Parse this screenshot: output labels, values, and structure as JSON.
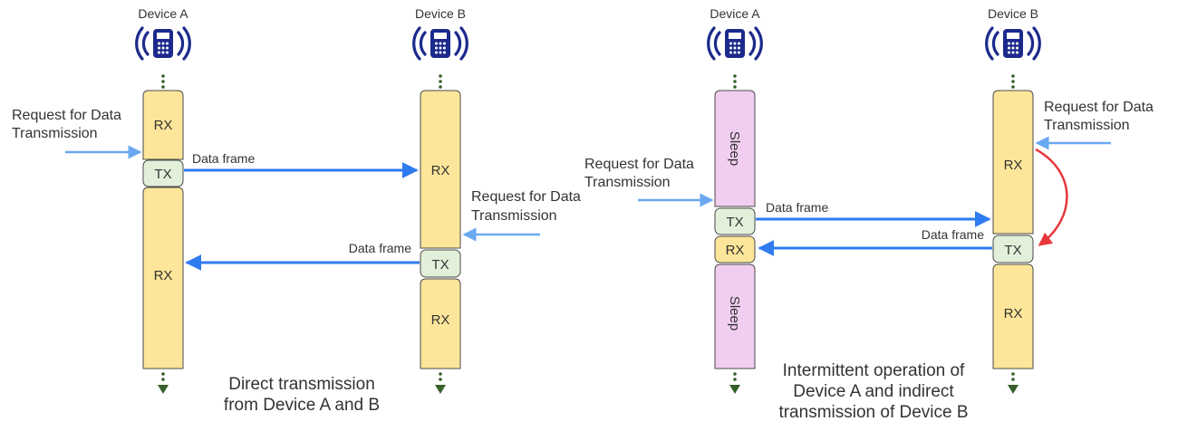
{
  "colors": {
    "rx_fill": "#fde699",
    "tx_fill": "#e2f0d9",
    "sleep_fill": "#f1cdef",
    "block_stroke": "#4a4a4a",
    "arrow_blue": "#2f7bf0",
    "request_arrow": "#6aa8f0",
    "dot_green": "#37602a",
    "icon_navy": "#1c2a8c",
    "red_arrow": "#e8383d",
    "text": "#333333"
  },
  "left_diagram": {
    "device_a_label": "Device A",
    "device_b_label": "Device B",
    "device_a_icon": "wireless-handheld-icon",
    "device_b_icon": "wireless-handheld-icon",
    "device_a_segments": [
      "RX",
      "TX",
      "RX"
    ],
    "device_b_segments": [
      "RX",
      "TX",
      "RX"
    ],
    "request_a_line1": "Request for Data",
    "request_a_line2": "Transmission",
    "request_b_line1": "Request for Data",
    "request_b_line2": "Transmission",
    "frame_a_to_b": "Data frame",
    "frame_b_to_a": "Data frame",
    "caption_line1": "Direct transmission",
    "caption_line2": "from Device A and B"
  },
  "right_diagram": {
    "device_a_label": "Device A",
    "device_b_label": "Device B",
    "device_a_icon": "wireless-handheld-icon",
    "device_b_icon": "wireless-handheld-icon",
    "device_a_segments": [
      "Sleep",
      "TX",
      "RX",
      "Sleep"
    ],
    "device_b_segments": [
      "RX",
      "TX",
      "RX"
    ],
    "request_a_line1": "Request for Data",
    "request_a_line2": "Transmission",
    "request_b_line1": "Request for Data",
    "request_b_line2": "Transmission",
    "frame_a_to_b": "Data frame",
    "frame_b_to_a": "Data frame",
    "caption_line1": "Intermittent operation of",
    "caption_line2": "Device A and indirect",
    "caption_line3": "transmission of Device B"
  }
}
